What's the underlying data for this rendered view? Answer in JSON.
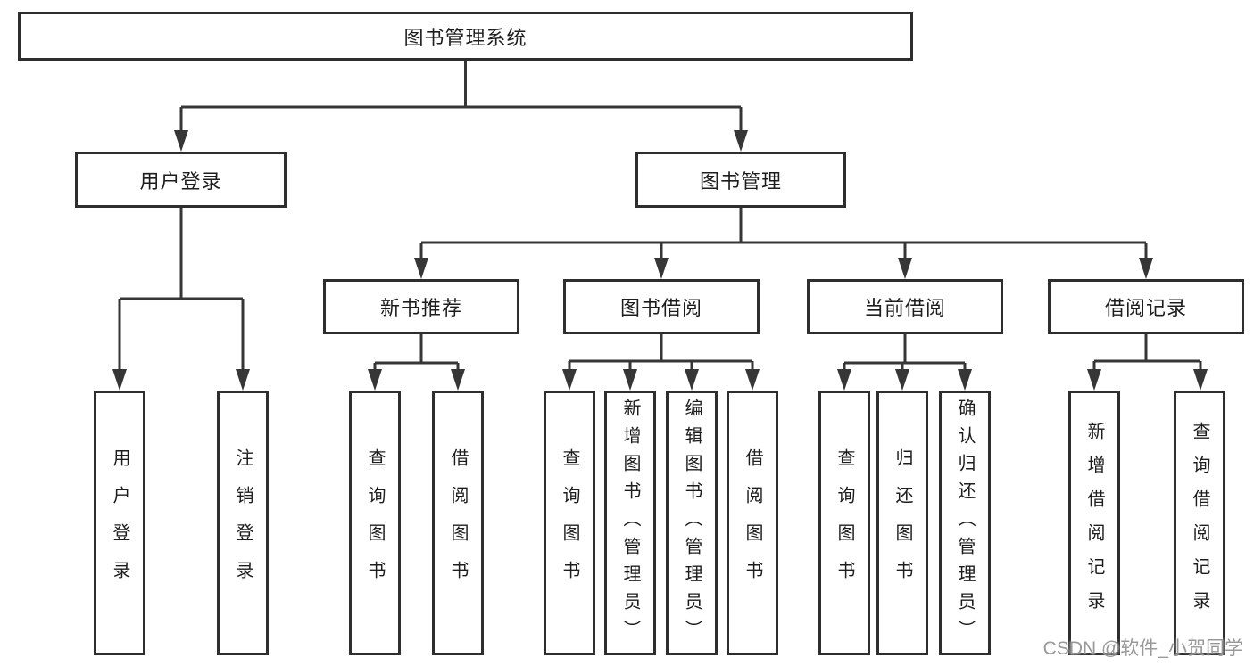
{
  "tree": {
    "root": {
      "label": "图书管理系统",
      "children": [
        {
          "label": "用户登录",
          "children": [
            {
              "label": "用户登录"
            },
            {
              "label": "注销登录"
            }
          ]
        },
        {
          "label": "图书管理",
          "children": [
            {
              "label": "新书推荐",
              "children": [
                {
                  "label": "查询图书"
                },
                {
                  "label": "借阅图书"
                }
              ]
            },
            {
              "label": "图书借阅",
              "children": [
                {
                  "label": "查询图书"
                },
                {
                  "label": "新增图书（管理员）"
                },
                {
                  "label": "编辑图书（管理员）"
                },
                {
                  "label": "借阅图书"
                }
              ]
            },
            {
              "label": "当前借阅",
              "children": [
                {
                  "label": "查询图书"
                },
                {
                  "label": "归还图书"
                },
                {
                  "label": "确认归还（管理员）"
                }
              ]
            },
            {
              "label": "借阅记录",
              "children": [
                {
                  "label": "新增借阅记录"
                },
                {
                  "label": "查询借阅记录"
                }
              ]
            }
          ]
        }
      ]
    }
  },
  "watermark": {
    "text": "CSDN @软件_小贺同学"
  },
  "colors": {
    "line": "#363636",
    "box_border": "#2e2e2e",
    "text": "#1d1d1d",
    "watermark": "#949494",
    "background": "#ffffff"
  }
}
